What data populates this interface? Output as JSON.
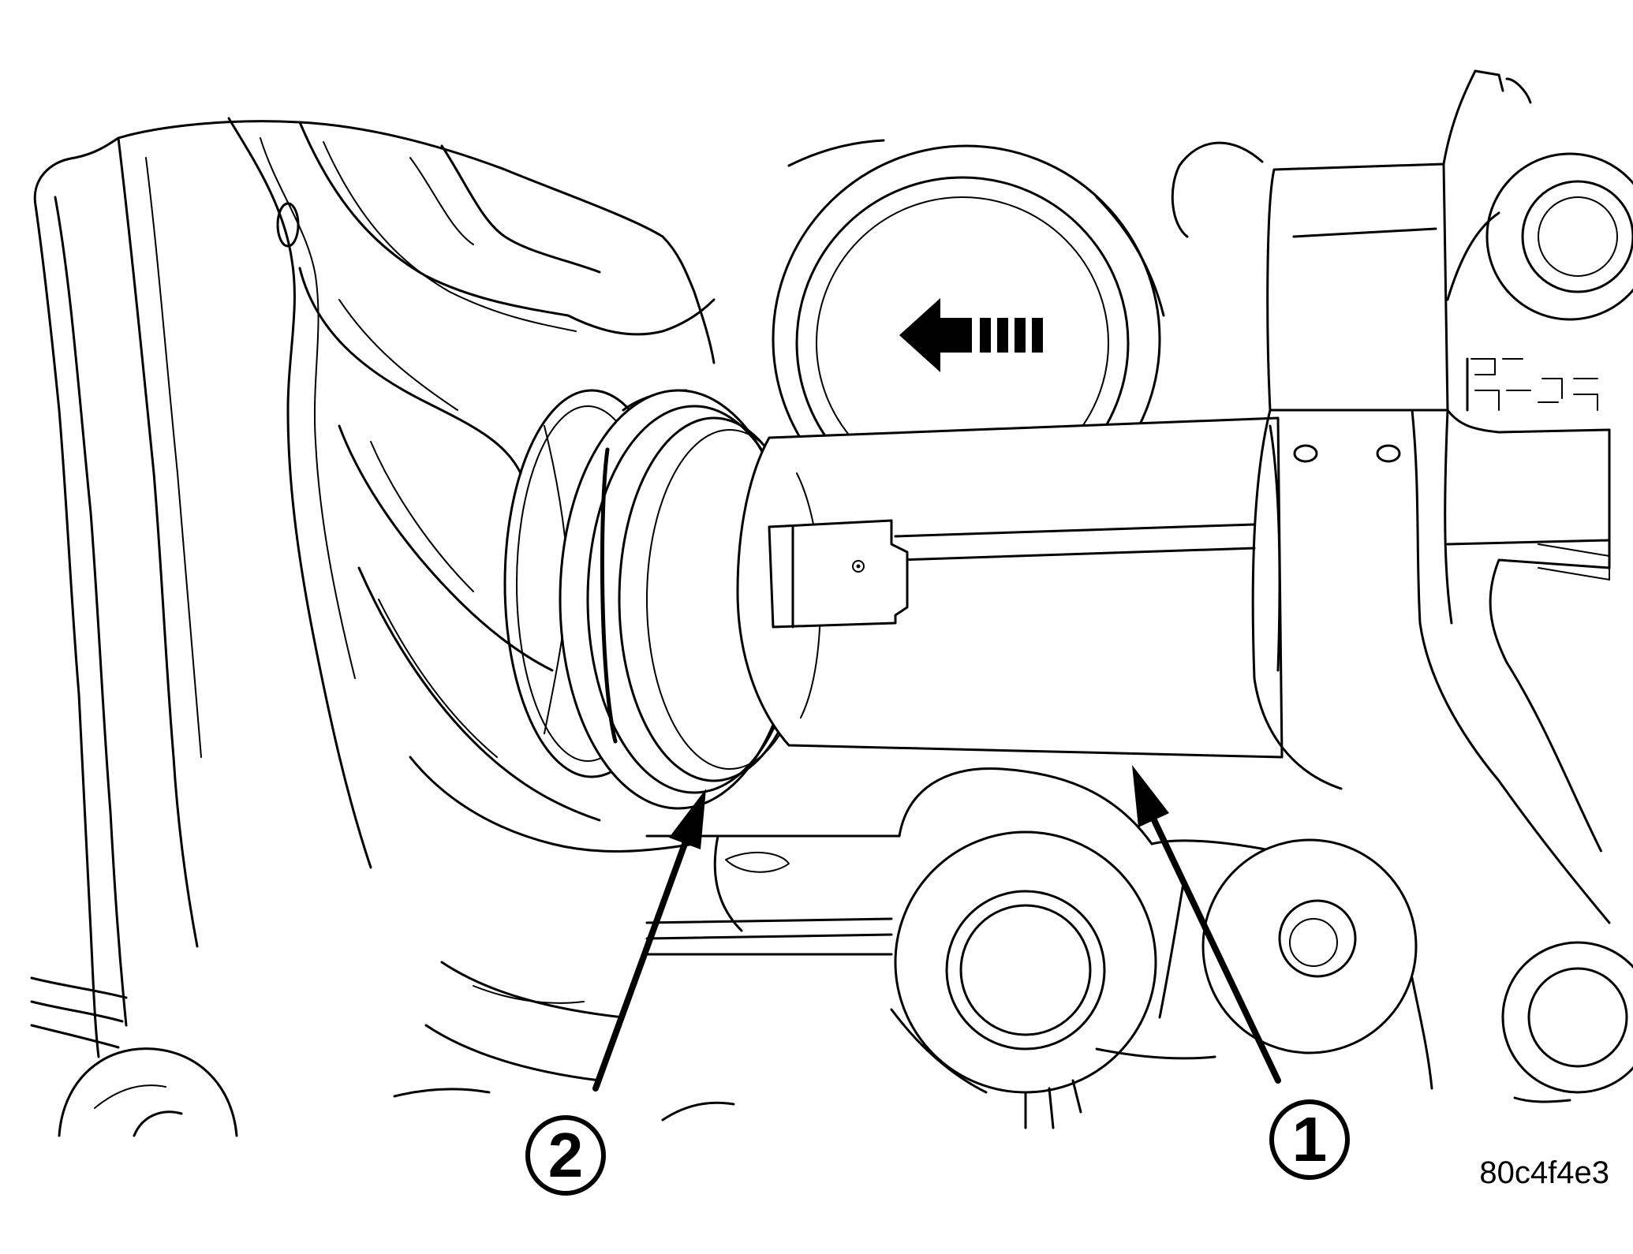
{
  "callouts": [
    {
      "id": "1",
      "label": "1"
    },
    {
      "id": "2",
      "label": "2"
    }
  ],
  "figure_code": "80c4f4e3",
  "colors": {
    "ink": "#000000",
    "paper": "#ffffff"
  },
  "icons": {
    "direction_arrow": "left-arrow-icon"
  }
}
